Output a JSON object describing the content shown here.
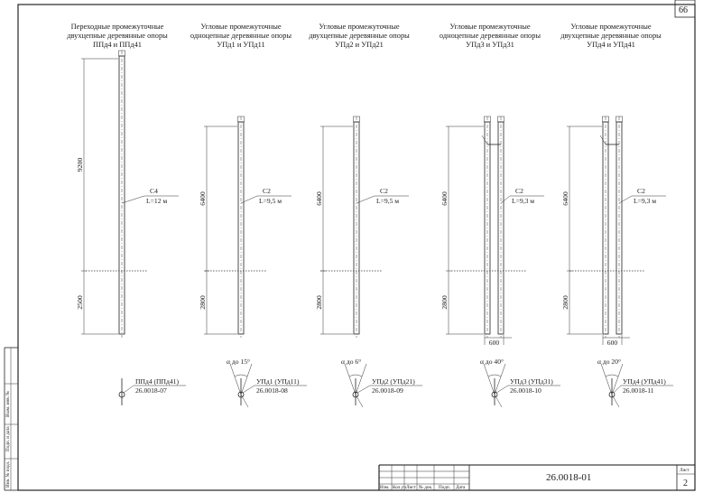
{
  "sheet": {
    "page_number_box": "66",
    "doc_code": "26.0018-01",
    "sheet_label": "Лист",
    "sheet_number": "2",
    "stamp_columns": [
      "Изм.",
      "Кол.уч",
      "Лист",
      "№ док.",
      "Подп.",
      "Дата"
    ],
    "side_labels": [
      "Инв. № подл.",
      "Подп. и дата",
      "Взам. инв. №"
    ]
  },
  "supports": [
    {
      "title_lines": [
        "Переходные промежуточные",
        "двухцепные деревянные опоры",
        "ППд4 и ППд41"
      ],
      "height_above": "9200",
      "height_below": "2500",
      "pole_mark": "С4",
      "pole_length": "L=12 м",
      "ref_name": "ППд4 (ППд41)",
      "ref_code": "26.0018-07",
      "angle": "",
      "spacing": ""
    },
    {
      "title_lines": [
        "Угловые промежуточные",
        "одноцепные деревянные опоры",
        "УПд1 и УПд11"
      ],
      "height_above": "6400",
      "height_below": "2800",
      "pole_mark": "С2",
      "pole_length": "L=9,5 м",
      "ref_name": "УПд1 (УПд11)",
      "ref_code": "26.0018-08",
      "angle": "α до 15°",
      "spacing": ""
    },
    {
      "title_lines": [
        "Угловые промежуточные",
        "двухцепные деревянные опоры",
        "УПд2 и УПд21"
      ],
      "height_above": "6400",
      "height_below": "2800",
      "pole_mark": "С2",
      "pole_length": "L=9,5 м",
      "ref_name": "УПд2 (УПд21)",
      "ref_code": "26.0018-09",
      "angle": "α до 6°",
      "spacing": ""
    },
    {
      "title_lines": [
        "Угловые промежуточные",
        "одноцепные деревянные опоры",
        "УПд3 и УПд31"
      ],
      "height_above": "6400",
      "height_below": "2800",
      "pole_mark": "С2",
      "pole_length": "L=9,3 м",
      "ref_name": "УПд3 (УПд31)",
      "ref_code": "26.0018-10",
      "angle": "α до 40°",
      "spacing": "600"
    },
    {
      "title_lines": [
        "Угловые промежуточные",
        "двухцепные деревянные опоры",
        "УПд4 и УПд41"
      ],
      "height_above": "6400",
      "height_below": "2800",
      "pole_mark": "С2",
      "pole_length": "L=9,3 м",
      "ref_name": "УПд4 (УПд41)",
      "ref_code": "26.0018-11",
      "angle": "α до 20°",
      "spacing": "600"
    }
  ]
}
